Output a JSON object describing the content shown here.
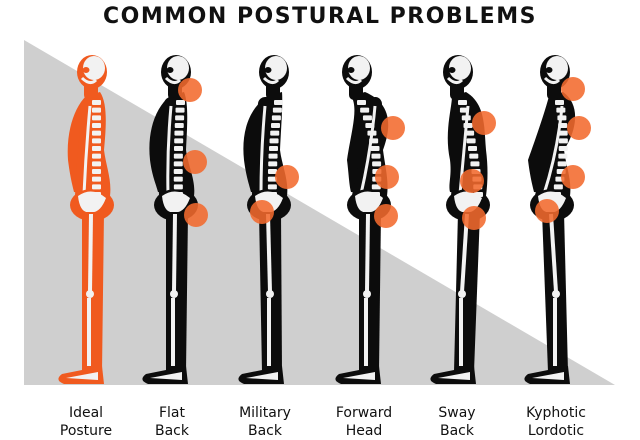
{
  "title": "COMMON POSTURAL PROBLEMS",
  "colors": {
    "background": "#ffffff",
    "ramp": "#cfcfcf",
    "ideal_body": "#f05a1f",
    "body": "#0c0c0c",
    "bone": "#f2f2f2",
    "highlight": "#f26a2e"
  },
  "postures": [
    {
      "line1": "Ideal",
      "line2": "Posture",
      "ideal": true
    },
    {
      "line1": "Flat",
      "line2": "Back",
      "ideal": false
    },
    {
      "line1": "Military",
      "line2": "Back",
      "ideal": false
    },
    {
      "line1": "Forward",
      "line2": "Head",
      "ideal": false
    },
    {
      "line1": "Sway",
      "line2": "Back",
      "ideal": false
    },
    {
      "line1": "Kyphotic",
      "line2": "Lordotic",
      "ideal": false
    }
  ]
}
